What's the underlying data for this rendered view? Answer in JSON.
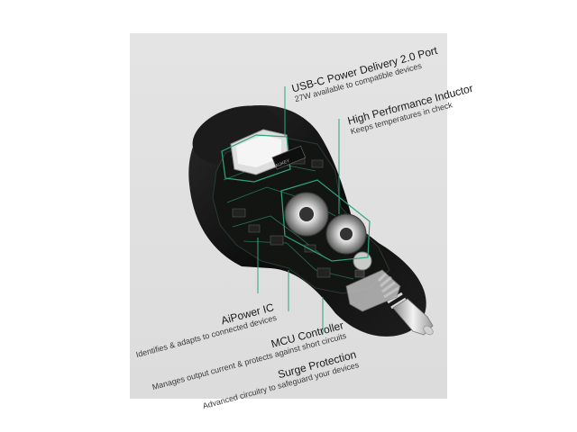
{
  "callouts": {
    "usbc": {
      "title": "USB-C Power Delivery 2.0 Port",
      "desc": "27W available to compatible devices"
    },
    "inductor": {
      "title": "High Performance Inductor",
      "desc": "Keeps temperatures in check"
    },
    "aipower": {
      "title": "AiPower IC",
      "desc": "Identifies & adapts to connected devices"
    },
    "mcu": {
      "title": "MCU Controller",
      "desc": "Manages output current & protects against short circuits"
    },
    "surge": {
      "title": "Surge Protection",
      "desc": "Advanced circuitry to safeguard your devices"
    }
  },
  "chip_label": "AUKEY",
  "colors": {
    "accent": "#2fa37f",
    "background": "#e1e1e1",
    "body": "#111111"
  }
}
